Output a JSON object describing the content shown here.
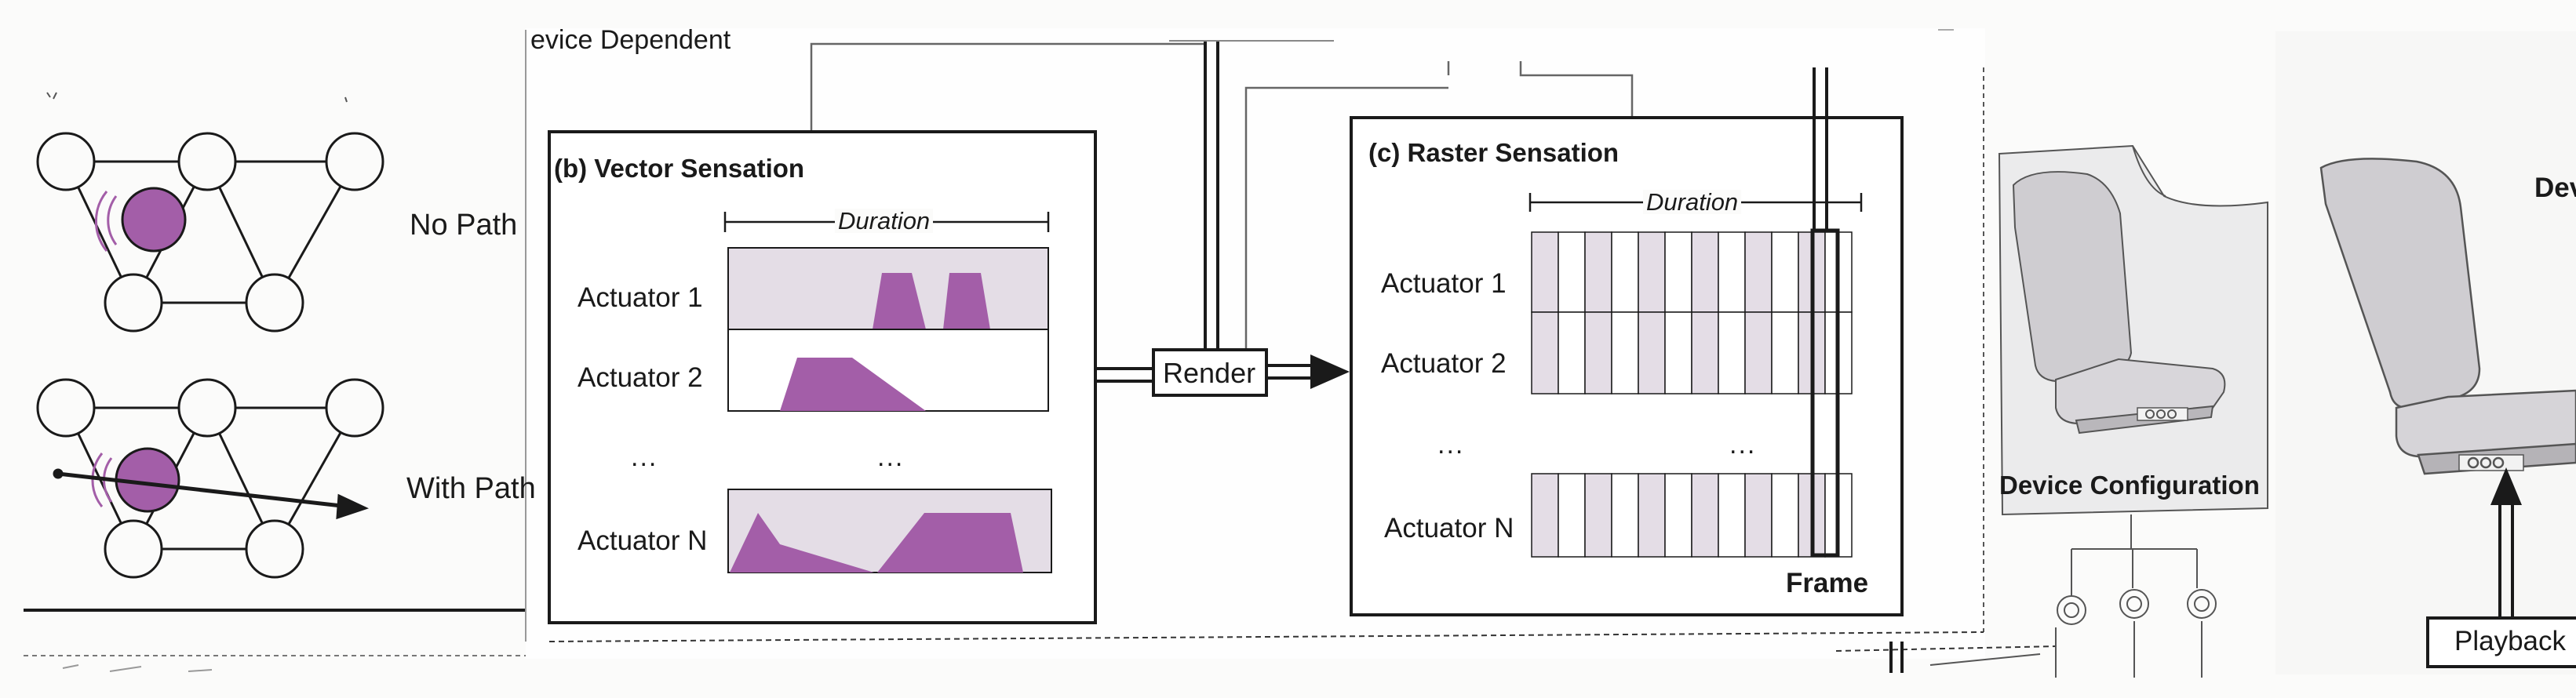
{
  "labels": {
    "top_fragment": "evice Dependent",
    "no_path": "No Path",
    "with_path": "With Path",
    "vector_title": "(b) Vector Sensation",
    "raster_title": "(c) Raster Sensation",
    "duration": "Duration",
    "actuator_1": "Actuator 1",
    "actuator_2": "Actuator 2",
    "actuator_n": "Actuator N",
    "ellipsis": "...",
    "render": "Render",
    "frame": "Frame",
    "device_configuration": "Device Configuration",
    "device_fragment": "Dev",
    "playback": "Playback"
  },
  "colors": {
    "purple": "#a35ea8",
    "lavender": "#e4dde6",
    "ink": "#1a1a1a",
    "seat": "#cfcdd1",
    "paper": "#fbfbfa"
  },
  "vector_sensation": {
    "actuators": [
      {
        "name": "Actuator 1",
        "shape": "two narrow trapezoid pulses late in duration",
        "background": "lavender"
      },
      {
        "name": "Actuator 2",
        "shape": "single wide trapezoid pulse early-middle",
        "background": "white"
      },
      {
        "name": "Actuator N",
        "shape": "early spike then wide pulse late",
        "background": "lavender"
      }
    ]
  },
  "raster_sensation": {
    "columns": 12,
    "rows": [
      "Actuator 1",
      "Actuator 2",
      "Actuator N"
    ],
    "highlighted_frame_column": 11
  }
}
